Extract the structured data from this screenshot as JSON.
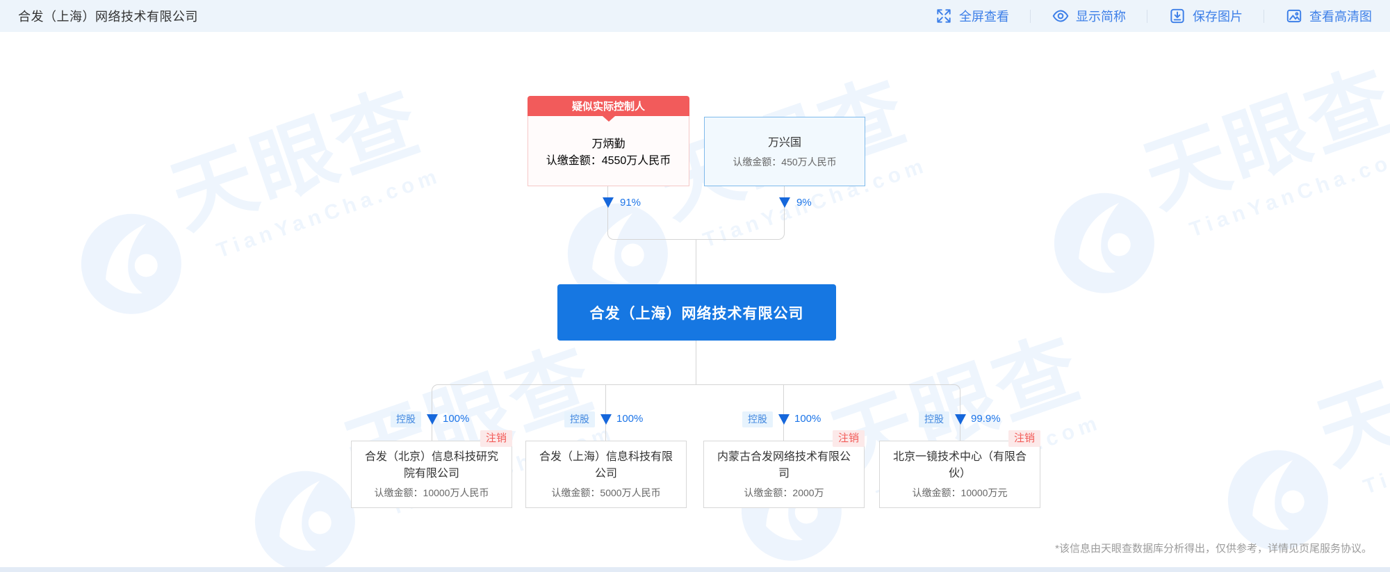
{
  "header": {
    "title": "合发（上海）网络技术有限公司",
    "actions": [
      {
        "icon": "fullscreen-icon",
        "label": "全屏查看"
      },
      {
        "icon": "eye-icon",
        "label": "显示简称"
      },
      {
        "icon": "download-icon",
        "label": "保存图片"
      },
      {
        "icon": "hd-image-icon",
        "label": "查看高清图"
      }
    ]
  },
  "diagram": {
    "shareholders": [
      {
        "tag": "疑似实际控制人",
        "name": "万炳勤",
        "amount": "认缴金额：4550万人民币",
        "percent": "91%"
      },
      {
        "tag": "",
        "name": "万兴国",
        "amount": "认缴金额：450万人民币",
        "percent": "9%"
      }
    ],
    "company": {
      "name": "合发（上海）网络技术有限公司"
    },
    "subsidiaries": [
      {
        "relation": "控股",
        "percent": "100%",
        "name": "合发（北京）信息科技研究院有限公司",
        "amount": "认缴金额：10000万人民币",
        "status": "注销"
      },
      {
        "relation": "控股",
        "percent": "100%",
        "name": "合发（上海）信息科技有限公司",
        "amount": "认缴金额：5000万人民币",
        "status": ""
      },
      {
        "relation": "控股",
        "percent": "100%",
        "name": "内蒙古合发网络技术有限公司",
        "amount": "认缴金额：2000万",
        "status": "注销"
      },
      {
        "relation": "控股",
        "percent": "99.9%",
        "name": "北京一镜技术中心（有限合伙）",
        "amount": "认缴金额：10000万元",
        "status": "注销"
      }
    ]
  },
  "watermark": {
    "brand": "天眼查",
    "domain": "TianYanCha.com"
  },
  "footer": {
    "disclaimer": "*该信息由天眼查数据库分析得出，仅供参考，详情见页尾服务协议。"
  },
  "colors": {
    "accent": "#1677E2",
    "link": "#3D7FE8",
    "danger": "#F25B5B",
    "line": "#D5D5D5"
  }
}
